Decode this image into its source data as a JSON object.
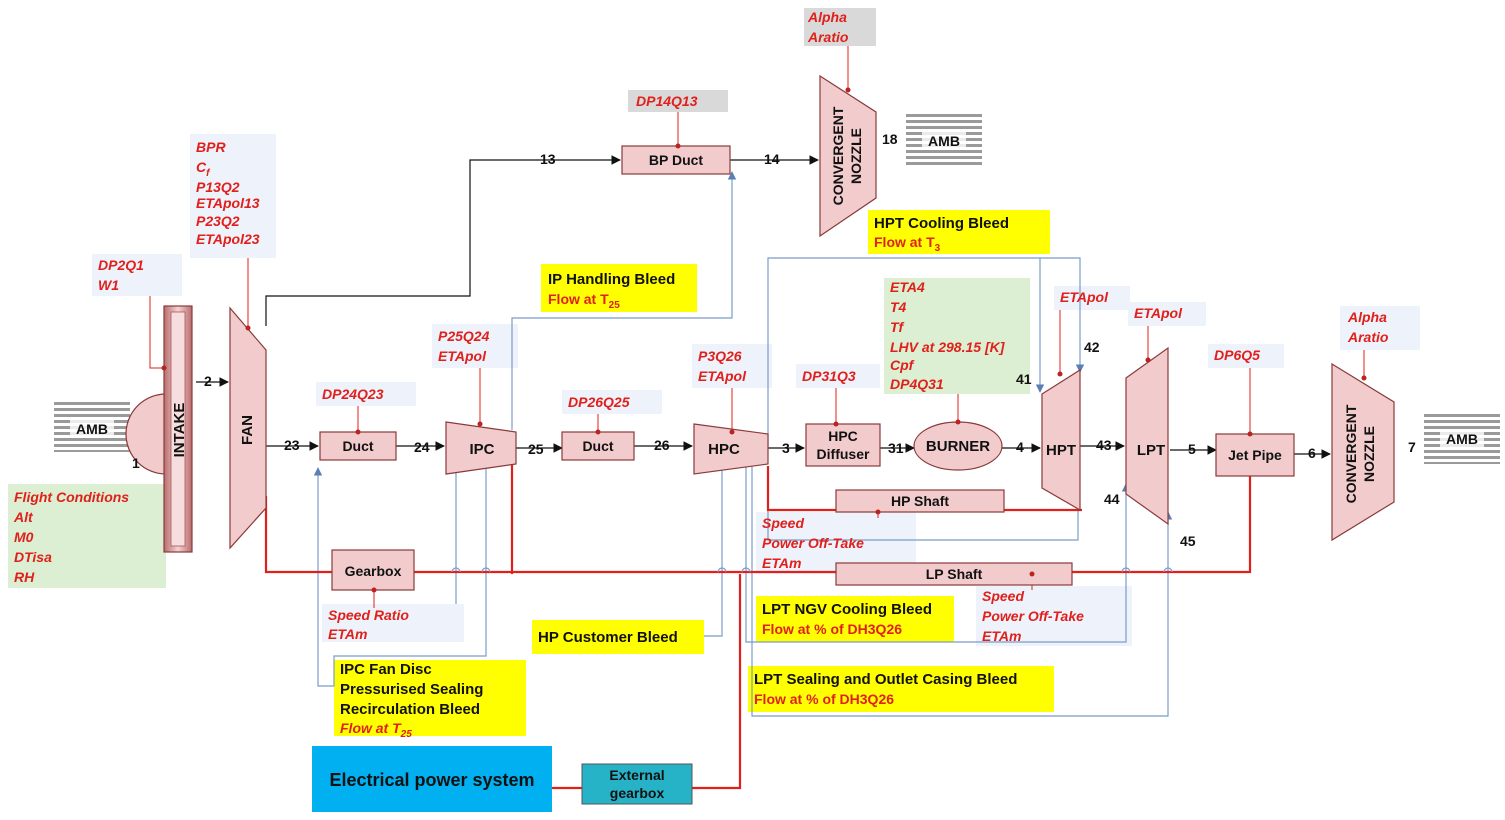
{
  "components": {
    "intake": "INTAKE",
    "fan": "FAN",
    "duct_a": "Duct",
    "ipc": "IPC",
    "duct_b": "Duct",
    "hpc": "HPC",
    "hpc_diffuser_1": "HPC",
    "hpc_diffuser_2": "Diffuser",
    "burner": "BURNER",
    "hpt": "HPT",
    "lpt": "LPT",
    "jet_pipe": "Jet Pipe",
    "bp_duct": "BP Duct",
    "gearbox": "Gearbox",
    "hp_shaft": "HP Shaft",
    "lp_shaft": "LP Shaft",
    "nozzle_bypass_1": "CONVERGENT",
    "nozzle_bypass_2": "NOZZLE",
    "nozzle_core_1": "CONVERGENT",
    "nozzle_core_2": "NOZZLE",
    "ext_gearbox_1": "External",
    "ext_gearbox_2": "gearbox",
    "electrical": "Electrical power system"
  },
  "ambient": {
    "left": "AMB",
    "bypass": "AMB",
    "core": "AMB"
  },
  "stations": {
    "s1": "1",
    "s2": "2",
    "s23": "23",
    "s24": "24",
    "s25": "25",
    "s26": "26",
    "s3": "3",
    "s31": "31",
    "s4": "4",
    "s41": "41",
    "s42": "42",
    "s43": "43",
    "s44": "44",
    "s45": "45",
    "s5": "5",
    "s6": "6",
    "s7": "7",
    "s13": "13",
    "s14": "14",
    "s18": "18"
  },
  "params": {
    "dp2q1": [
      "DP2Q1",
      "W1"
    ],
    "fan_params": [
      "BPR",
      "C",
      "P13Q2",
      "ETApol13",
      "P23Q2",
      "ETApol23"
    ],
    "fan_cf_sub": "f",
    "flight": [
      "Flight Conditions",
      "Alt",
      "M0",
      "DTisa",
      "RH"
    ],
    "dp24q23": "DP24Q23",
    "ipc_params": [
      "P25Q24",
      "ETApol"
    ],
    "dp26q25": "DP26Q25",
    "hpc_params": [
      "P3Q26",
      "ETApol"
    ],
    "dp31q3": "DP31Q3",
    "burner_params": [
      "ETA4",
      "T4",
      "Tf",
      "LHV at 298.15 [K]",
      "Cpf",
      "DP4Q31"
    ],
    "hpt_etapol": "ETApol",
    "lpt_etapol": "ETApol",
    "dp6q5": "DP6Q5",
    "dp14q13": "DP14Q13",
    "bypass_nozzle": [
      "Alpha",
      "Aratio"
    ],
    "core_nozzle": [
      "Alpha",
      "Aratio"
    ],
    "hp_offtake": [
      "Speed",
      "Power Off-Take",
      "ETAm"
    ],
    "lp_offtake": [
      "Speed",
      "Power Off-Take",
      "ETAm"
    ],
    "gearbox_params": [
      "Speed Ratio",
      "ETAm"
    ]
  },
  "bleeds": {
    "ip_handling": {
      "title": "IP Handling Bleed",
      "flow": "Flow at T",
      "sub": "25"
    },
    "hpt_cooling": {
      "title": "HPT Cooling Bleed",
      "flow": "Flow at T",
      "sub": "3"
    },
    "hp_customer": {
      "title": "HP Customer Bleed"
    },
    "lpt_ngv": {
      "title": "LPT NGV Cooling Bleed",
      "flow": "Flow at % of DH3Q26"
    },
    "lpt_sealing": {
      "title": "LPT Sealing and Outlet Casing Bleed",
      "flow": "Flow at % of DH3Q26"
    },
    "ipc_fan_disc": {
      "lines": [
        "IPC Fan Disc",
        "Pressurised Sealing",
        "Recirculation Bleed"
      ],
      "flow": "Flow at T",
      "sub": "25"
    }
  },
  "colors": {
    "component_fill": "#f2cccc",
    "component_stroke": "#8a3a3a",
    "shaft_red": "#e0201b",
    "bleed_blue": "#7a9cc8",
    "param_box": "#eef2fa",
    "yellow": "#ffff00",
    "green": "#dcefd2",
    "gray_box": "#d9d9d9",
    "cyan": "#00b0f0",
    "teal": "#26b3c8"
  }
}
